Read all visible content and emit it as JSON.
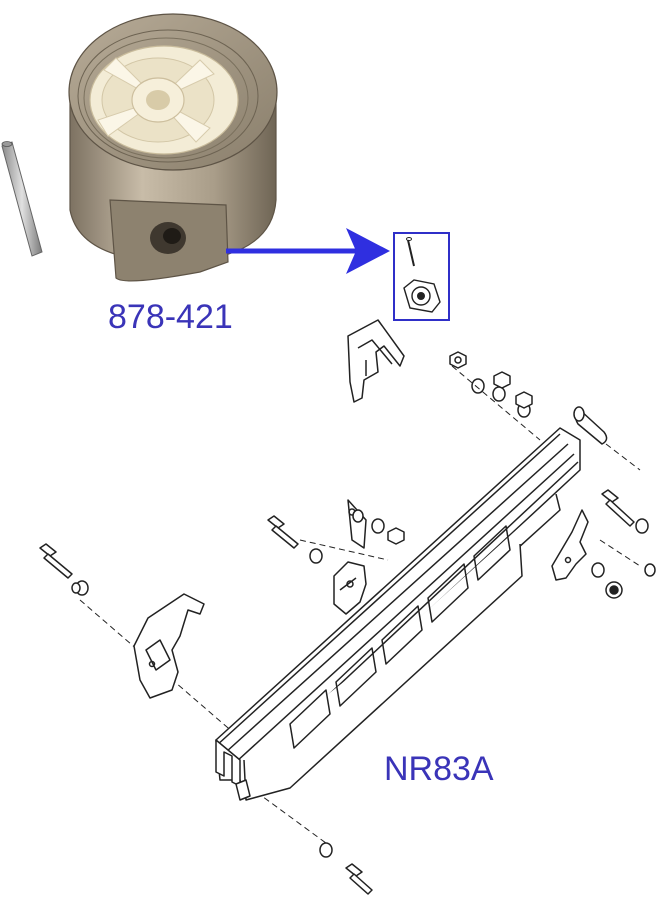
{
  "part_number": "878-421",
  "model_number": "NR83A",
  "colors": {
    "label_text": "#3a34b8",
    "arrow": "#2f2fe0",
    "callout_box": "#2f2fc8",
    "drum_metal": "#a89c88",
    "drum_core": "#f2ead2",
    "line_art": "#222222"
  },
  "icons": [
    "spring-drum-icon",
    "roll-pin-icon",
    "pointer-arrow-icon",
    "exploded-magazine-diagram"
  ]
}
